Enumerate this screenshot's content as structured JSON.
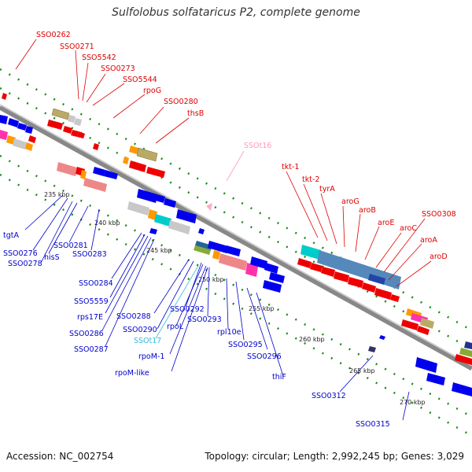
{
  "title": "Sulfolobus solfataricus P2, complete genome",
  "footer": {
    "accession": "Accession: NC_002754",
    "topology": "Topology: circular; Length: 2,992,245 bp; Genes: 3,029"
  },
  "colors": {
    "forward_labels": "#dd0000",
    "reverse_labels": "#0000cc",
    "rna_forward": "#ff99bb",
    "rna_reverse": "#33bbdd",
    "backbone": "#8a8a8a",
    "ticks_green": "#228822"
  },
  "ticks": [
    {
      "kbp": 235,
      "label": "235 kbp"
    },
    {
      "kbp": 240,
      "label": "240 kbp"
    },
    {
      "kbp": 245,
      "label": "245 kbp"
    },
    {
      "kbp": 250,
      "label": "250 kbp"
    },
    {
      "kbp": 255,
      "label": "255 kbp"
    },
    {
      "kbp": 260,
      "label": "260 kbp"
    },
    {
      "kbp": 265,
      "label": "265 kbp"
    },
    {
      "kbp": 270,
      "label": "270 kbp"
    }
  ],
  "labels_forward": [
    "SSO0262",
    "SSO0271",
    "SSO5542",
    "SSO0273",
    "SSO5544",
    "rpoG",
    "SSO0280",
    "thsB",
    "tkt-1",
    "tkt-2",
    "tyrA",
    "aroG",
    "aroB",
    "aroE",
    "aroC",
    "SSO0308",
    "aroA",
    "aroD"
  ],
  "labels_forward_rna": [
    "SSOt16"
  ],
  "labels_reverse": [
    "tgtA",
    "SSO0276",
    "hisS",
    "SSO0278",
    "SSO0281",
    "SSO0283",
    "SSO0284",
    "SSO5559",
    "rps17E",
    "SSO0286",
    "SSO0287",
    "SSO0288",
    "SSO0290",
    "SSO0292",
    "rpoL",
    "rpoM-1",
    "rpoM-like",
    "SSO0293",
    "rpl10e",
    "SSO0295",
    "SSO0296",
    "thiF",
    "SSO0312",
    "SSO0315"
  ],
  "labels_reverse_rna": [
    "SSOt17"
  ]
}
